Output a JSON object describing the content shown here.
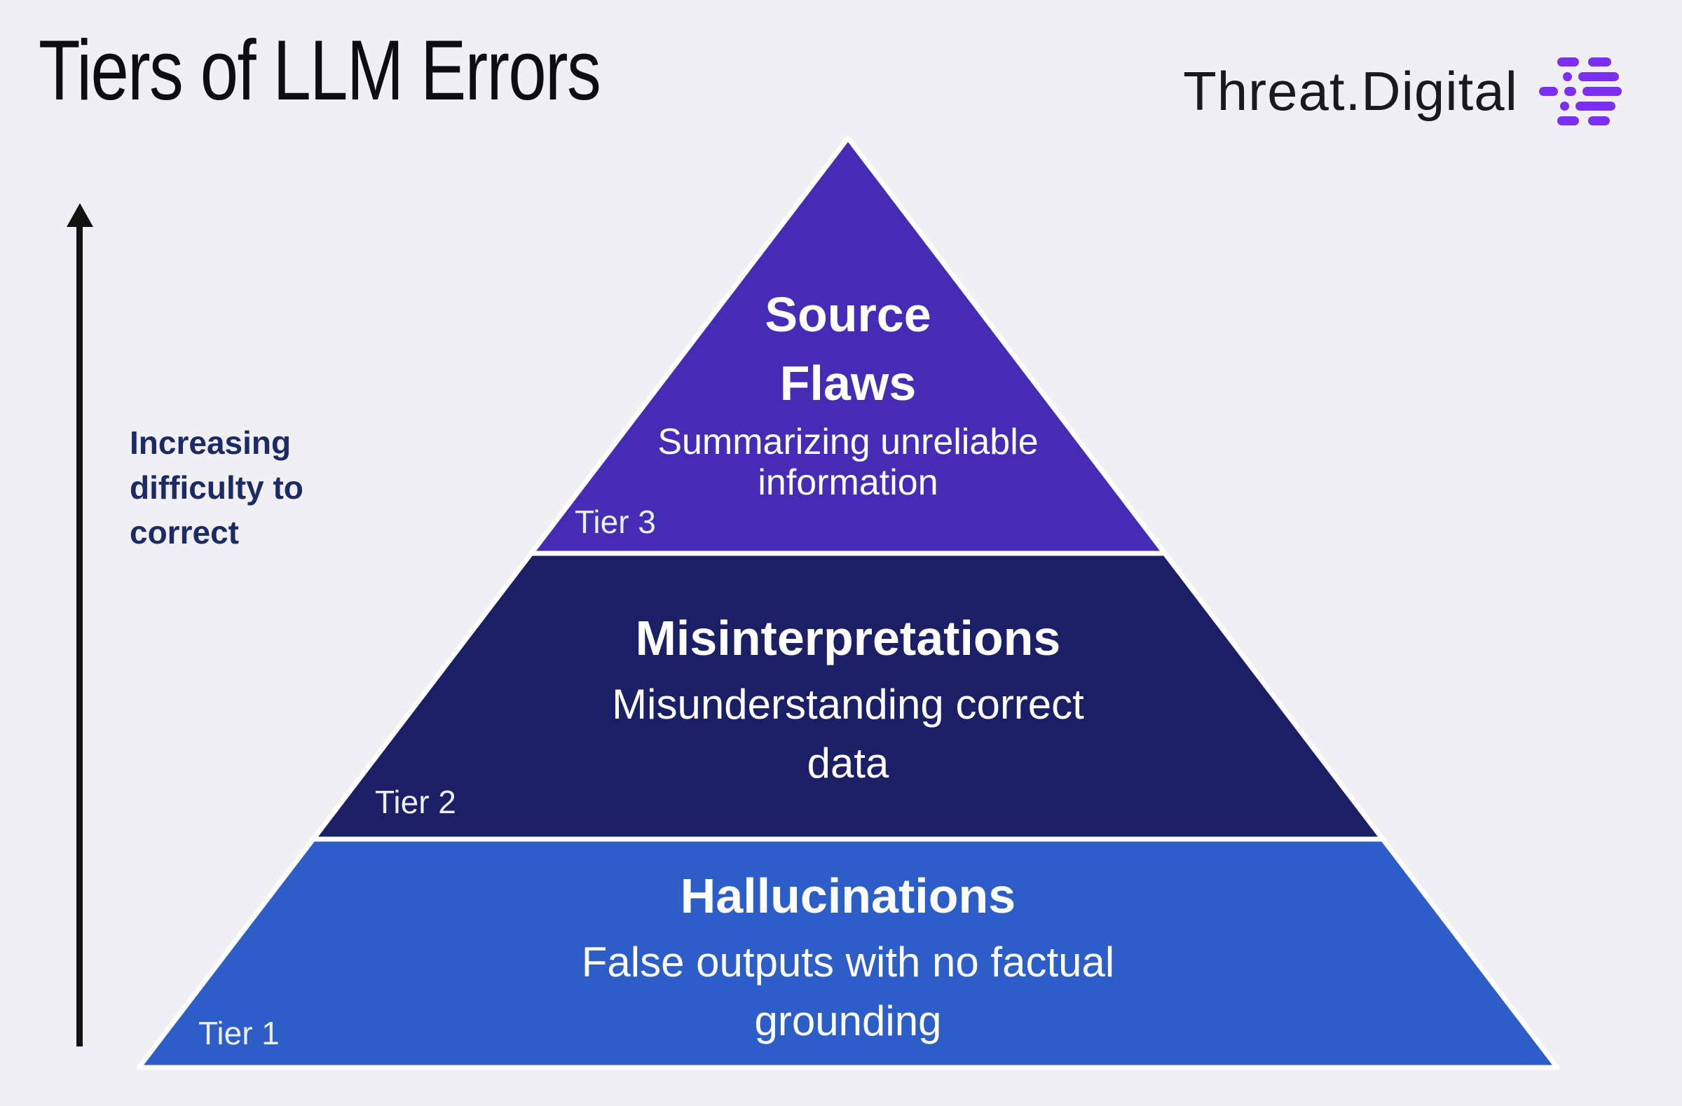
{
  "page": {
    "background": "#f0f0f2"
  },
  "header": {
    "title": "Tiers of LLM Errors",
    "logo": {
      "text": "Threat.Digital",
      "icon": "dashes-equalizer-icon",
      "icon_color": "#7b2ff0",
      "text_color": "#1a191d"
    }
  },
  "axis": {
    "label": "Increasing difficulty to correct",
    "label_lines": [
      "Increasing",
      "difficulty to",
      "correct"
    ],
    "label_color": "#1c2a66",
    "arrow_color": "#131313",
    "direction": "up"
  },
  "chart_data": {
    "type": "pyramid",
    "title": "Tiers of LLM Errors",
    "note": "top tier is hardest to correct",
    "divider_color": "#ffffff",
    "text_color": "#ffffff",
    "tiers": [
      {
        "label": "Tier 3",
        "title": "Source Flaws",
        "title_lines": [
          "Source",
          "Flaws"
        ],
        "subtitle": "Summarizing unreliable information",
        "subtitle_lines": [
          "Summarizing unreliable",
          "information"
        ],
        "color": "#442cb4",
        "position": "top"
      },
      {
        "label": "Tier 2",
        "title": "Misinterpretations",
        "title_lines": [
          "Misinterpretations"
        ],
        "subtitle": "Misunderstanding correct data",
        "subtitle_lines": [
          "Misunderstanding correct",
          "data"
        ],
        "color": "#1b2066",
        "position": "middle"
      },
      {
        "label": "Tier 1",
        "title": "Hallucinations",
        "title_lines": [
          "Hallucinations"
        ],
        "subtitle": "False outputs with no factual grounding",
        "subtitle_lines": [
          "False outputs with no factual",
          "grounding"
        ],
        "color": "#2d5dc7",
        "position": "bottom"
      }
    ]
  }
}
